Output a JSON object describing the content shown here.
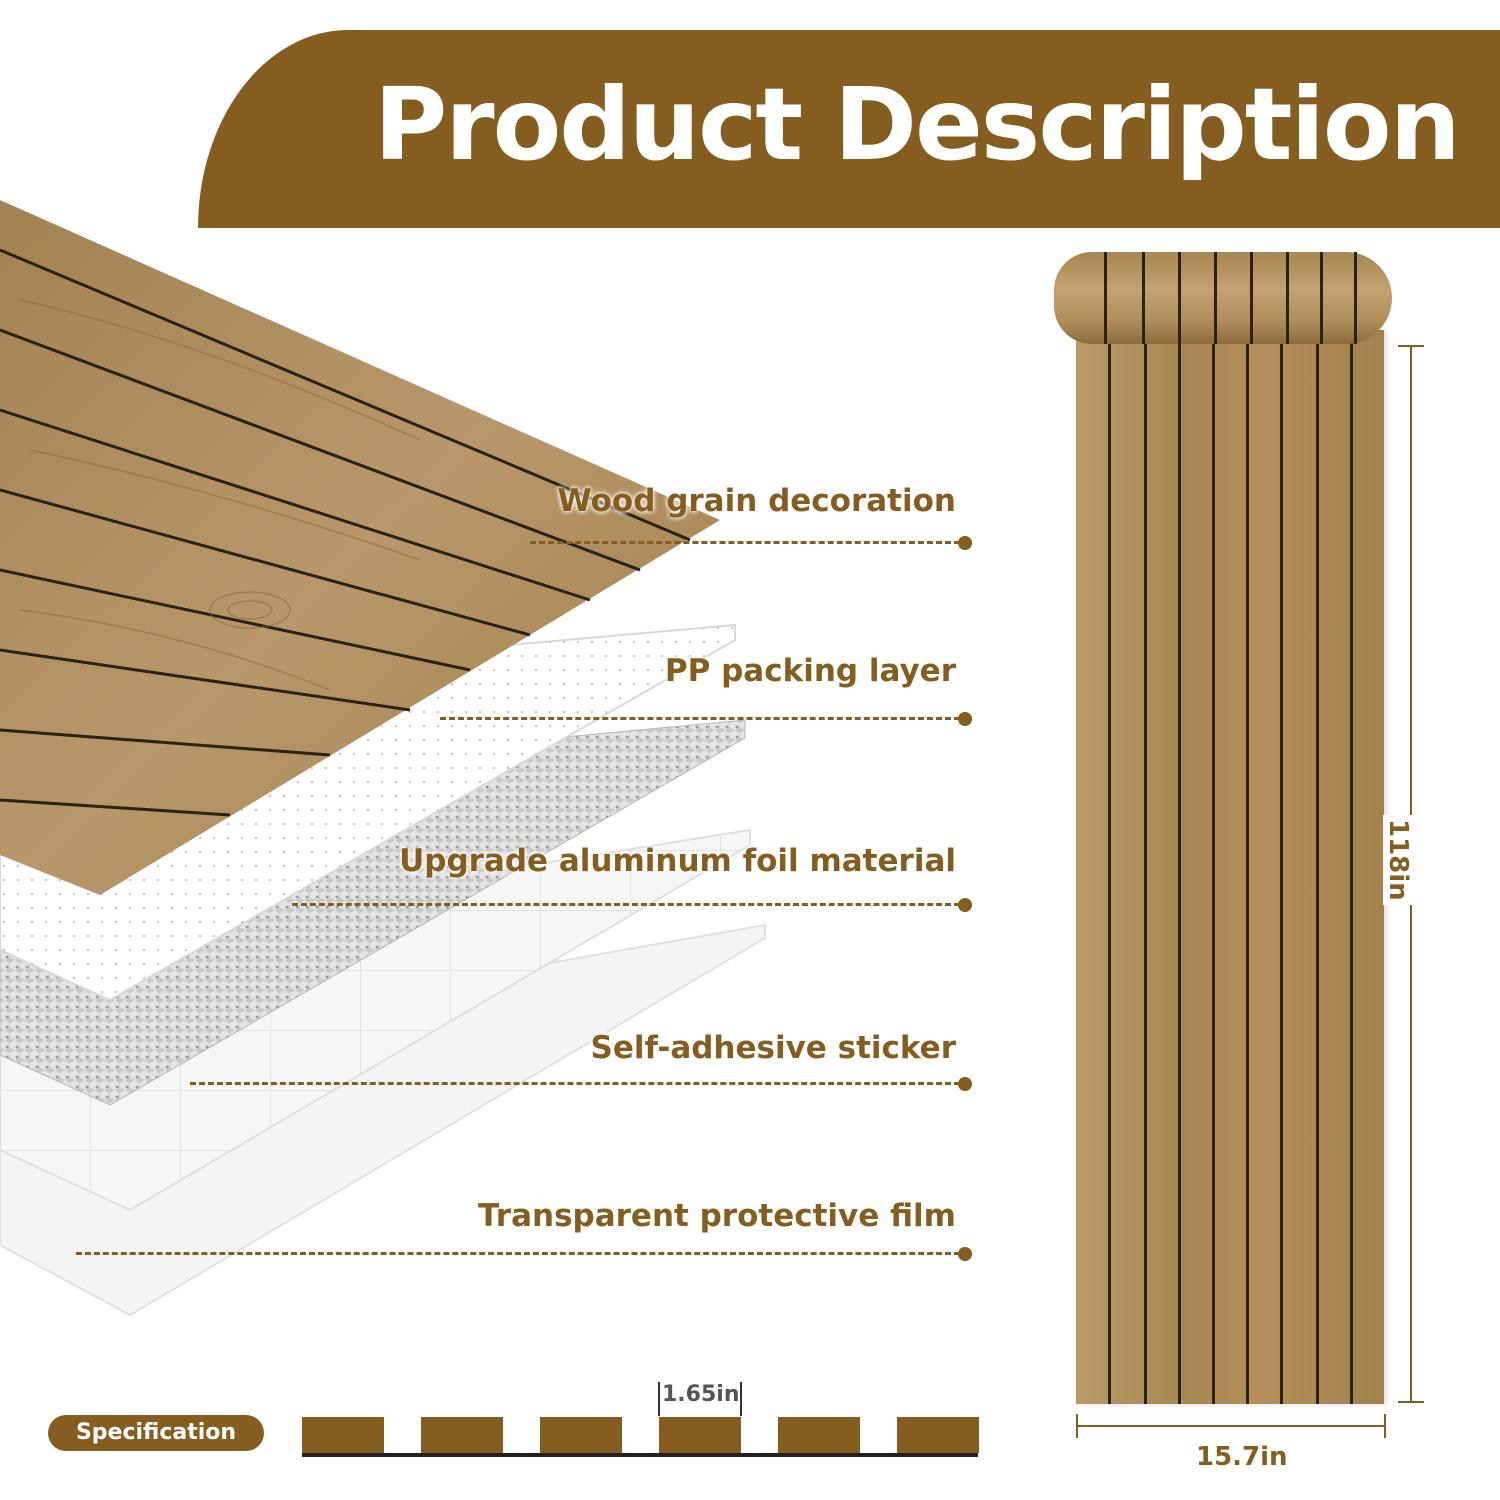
{
  "header": {
    "title": "Product Description"
  },
  "layers": [
    {
      "label": "Wood grain decoration"
    },
    {
      "label": "PP packing layer"
    },
    {
      "label": "Upgrade aluminum foil material"
    },
    {
      "label": "Self-adhesive sticker"
    },
    {
      "label": "Transparent protective film"
    }
  ],
  "specification": {
    "label": "Specification",
    "plank_width": "1.65in"
  },
  "roll": {
    "length": "118in",
    "width": "15.7in"
  },
  "colors": {
    "brand_brown": "#845d1f",
    "wood": "#a98750",
    "background": "#ffffff"
  }
}
